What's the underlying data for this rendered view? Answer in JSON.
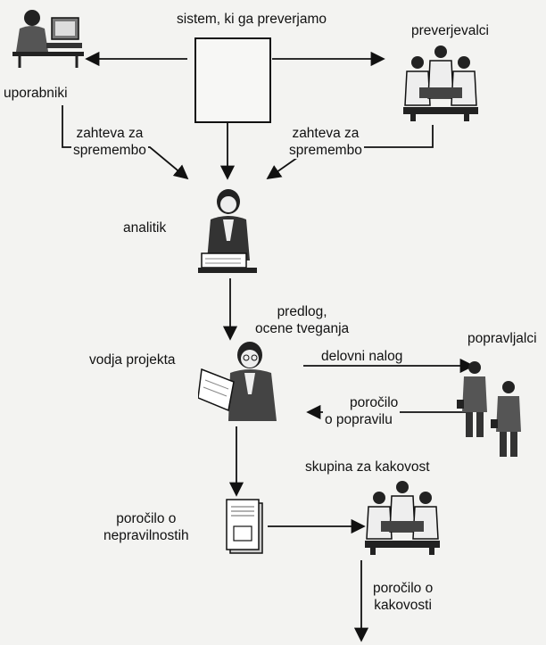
{
  "labels": {
    "system": "sistem, ki ga preverjamo",
    "verifiers": "preverjevalci",
    "users": "uporabniki",
    "change_request_left": [
      "zahteva za",
      "spremembo"
    ],
    "change_request_right": [
      "zahteva za",
      "spremembo"
    ],
    "analyst": "analitik",
    "proposal": [
      "predlog,",
      "ocene tveganja"
    ],
    "repairers": "popravljalci",
    "project_lead": "vodja projekta",
    "work_order": "delovni nalog",
    "repair_report": [
      "poročilo",
      "o popravilu"
    ],
    "quality_group": "skupina za kakovost",
    "anomaly_report": [
      "poročilo o",
      "nepravilnostih"
    ],
    "quality_report": [
      "poročilo o",
      "kakovosti"
    ]
  },
  "colors": {
    "ink": "#111111",
    "paper": "#f3f3f1"
  },
  "icons": [
    "user-at-computer-icon",
    "verifier-group-icon",
    "analyst-icon",
    "project-lead-icon",
    "repairers-icon",
    "quality-group-icon",
    "report-document-icon",
    "system-box"
  ]
}
